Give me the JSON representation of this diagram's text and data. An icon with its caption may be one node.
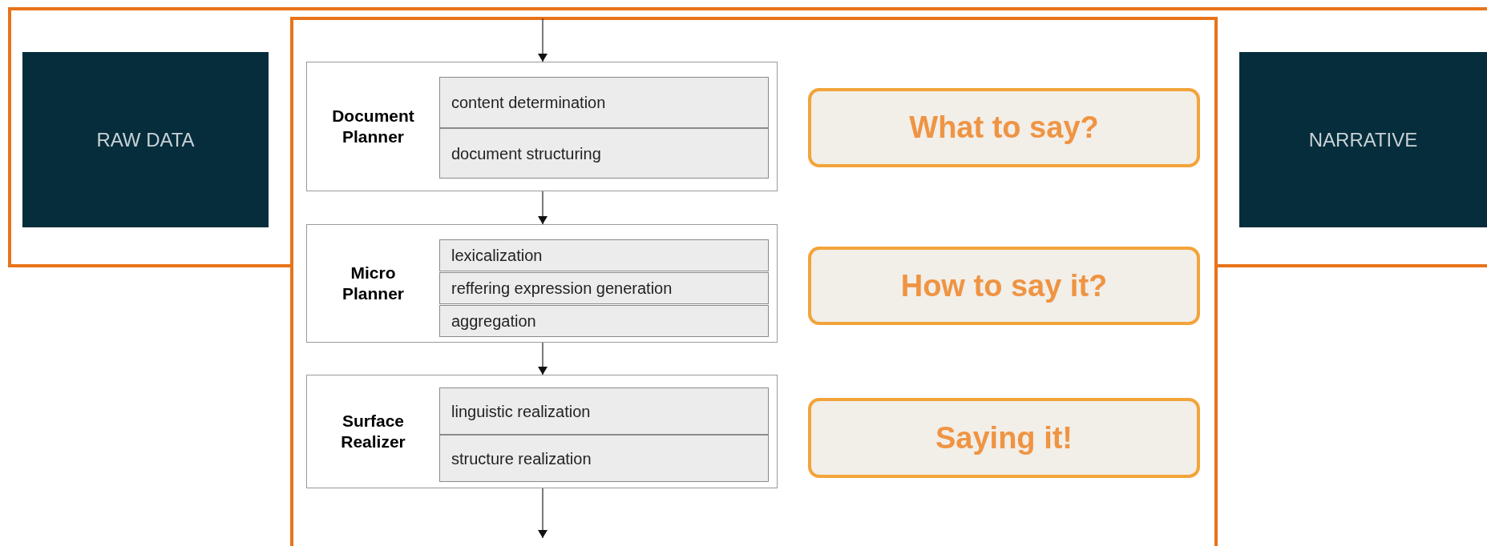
{
  "diagram": {
    "nodes": [
      {
        "text": [
          "RAW DATA"
        ]
      },
      {
        "text": [
          "Document Planner"
        ]
      },
      {
        "text": [
          "content determination"
        ],
        "in": 1
      },
      {
        "text": [
          "document structuring"
        ],
        "in": 1
      },
      {
        "text": [
          "Micro Planner"
        ]
      },
      {
        "text": [
          "lexicalization"
        ],
        "in": 4
      },
      {
        "text": [
          "reffering expression generation"
        ],
        "in": 4
      },
      {
        "text": [
          "aggregation"
        ],
        "in": 4
      },
      {
        "text": [
          "Surface Realizer"
        ]
      },
      {
        "text": [
          "linguistic realization"
        ],
        "in": 8
      },
      {
        "text": [
          "structure realization"
        ],
        "in": 8
      },
      {
        "text": [
          "What to say?"
        ]
      },
      {
        "text": [
          "How to say it?"
        ]
      },
      {
        "text": [
          "Saying it!"
        ]
      },
      {
        "text": [
          "NARRATIVE"
        ]
      }
    ],
    "edges": [
      {
        "from": null,
        "to": 1,
        "arrow": "to"
      },
      {
        "from": 1,
        "to": 4,
        "arrow": "to"
      },
      {
        "from": 4,
        "to": 8,
        "arrow": "to"
      },
      {
        "from": 8,
        "to": null,
        "arrow": "to"
      }
    ]
  }
}
